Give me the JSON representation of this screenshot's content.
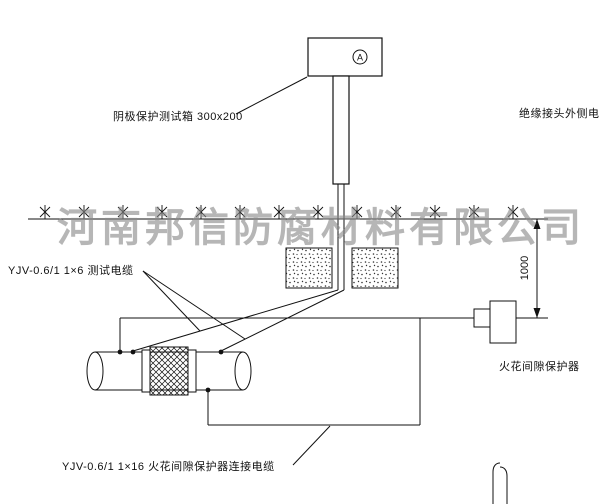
{
  "watermark": {
    "text": "河南邦信防腐材料有限公司"
  },
  "diagram": {
    "test_box_label": "阴极保护测试箱 300x200",
    "right_cable_label": "绝缘接头外侧电缆",
    "test_cable_label": "YJV-0.6/1 1×6  测试电缆",
    "spark_gap_label": "火花间隙保护器",
    "connection_cable_label": "YJV-0.6/1 1×16  火花间隙保护器连接电缆",
    "dimension_value": "1000",
    "ammeter_symbol": "A"
  },
  "colors": {
    "line": "#111111",
    "watermark": "#8a8a8a",
    "background": "#ffffff"
  }
}
